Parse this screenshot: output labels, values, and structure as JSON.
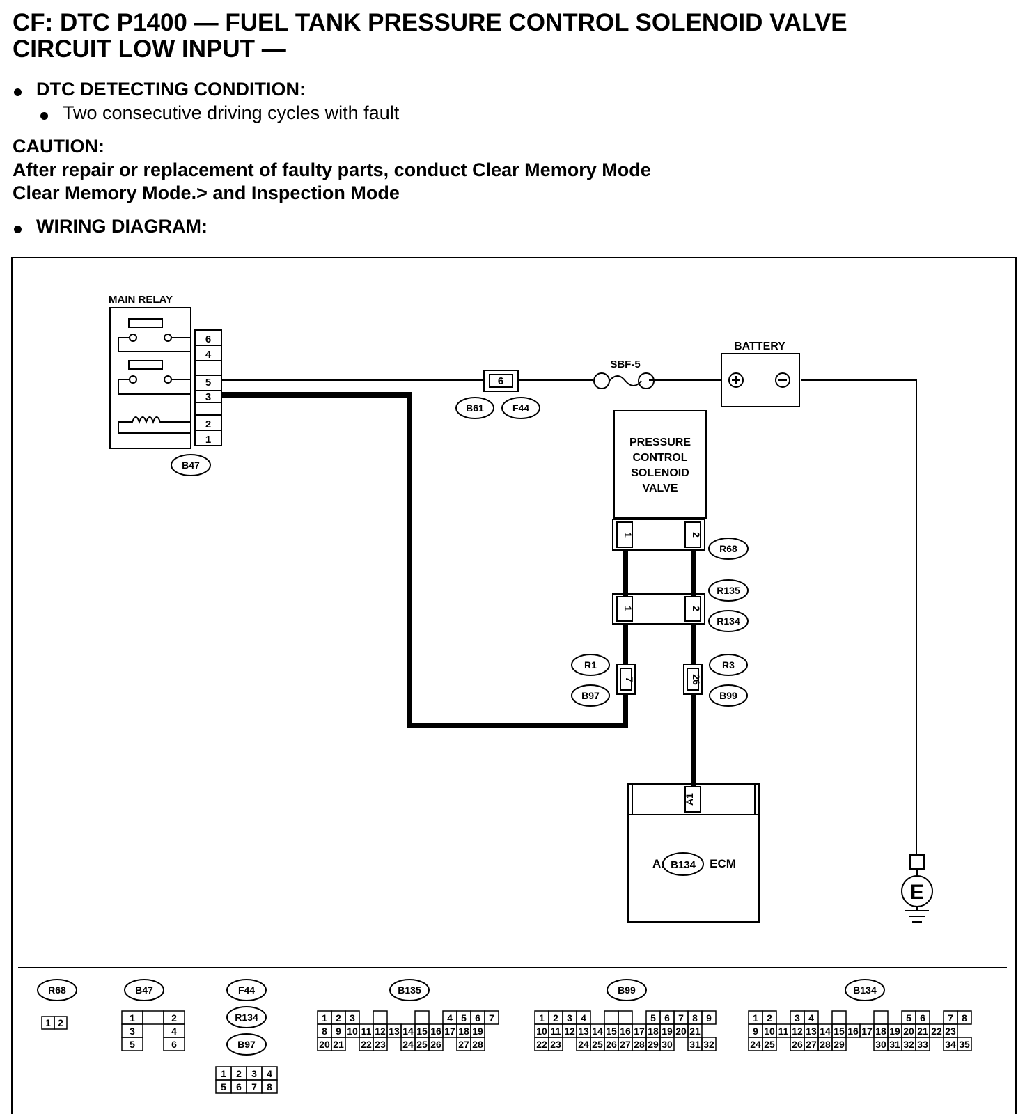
{
  "title_line1": "CF:  DTC P1400 — FUEL TANK PRESSURE CONTROL SOLENOID VALVE",
  "title_line2": "CIRCUIT LOW INPUT —",
  "dtc_heading": "DTC DETECTING CONDITION:",
  "dtc_item": "Two consecutive driving cycles with fault",
  "caution_heading": "CAUTION:",
  "caution_line1": "After repair or replacement of faulty parts, conduct Clear Memory Mode",
  "caution_line2": "Clear Memory Mode.> and Inspection Mode",
  "wiring_heading": "WIRING DIAGRAM:",
  "diagram": {
    "main_relay": "MAIN RELAY",
    "relay_pins": [
      "6",
      "4",
      "5",
      "3",
      "2",
      "1"
    ],
    "battery": "BATTERY",
    "fuse": "SBF-5",
    "joint_pin": "6",
    "valve_lines": [
      "PRESSURE",
      "CONTROL",
      "SOLENOID",
      "VALVE"
    ],
    "conn_pins": [
      "1",
      "2"
    ],
    "pin_7": "7",
    "pin_26": "26",
    "pin_a1": "A1",
    "ecm_prefix": "A:",
    "ecm_label": "ECM",
    "ground": "E",
    "tags": {
      "b47": "B47",
      "b61": "B61",
      "f44": "F44",
      "r68": "R68",
      "r135": "R135",
      "r134": "R134",
      "r1": "R1",
      "b97": "B97",
      "r3": "R3",
      "b99": "B99",
      "b134": "B134",
      "b135": "B135"
    }
  }
}
